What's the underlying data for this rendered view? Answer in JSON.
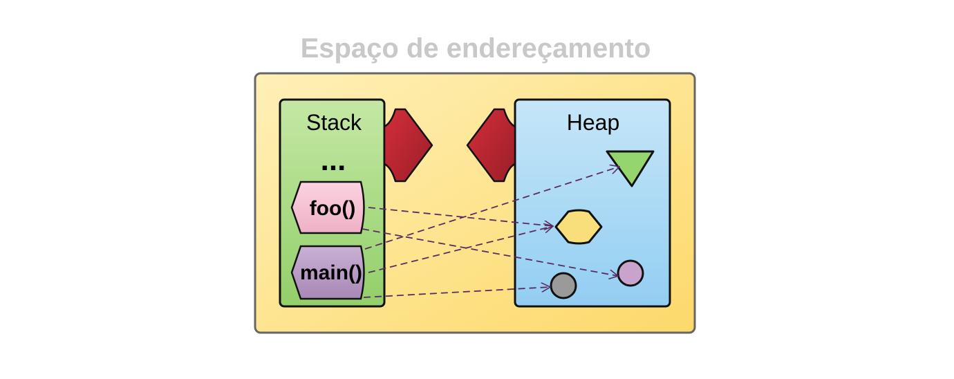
{
  "title": "Espaço de endereçamento",
  "stack": {
    "label": "Stack",
    "ellipsis": "...",
    "frames": [
      {
        "label": "foo()"
      },
      {
        "label": "main()"
      }
    ]
  },
  "heap": {
    "label": "Heap",
    "objects": [
      "triangle",
      "diamond",
      "circle",
      "circle"
    ]
  },
  "colors": {
    "container": "#fde28a",
    "stack_panel": "#a6d982",
    "heap_panel": "#a6d6f4",
    "foo_frame": "#f4bfd0",
    "main_frame": "#b99ac4",
    "growth_arrows": "#b0242e",
    "pointer_arrows": "#5a2a60",
    "heap_triangle": "#95d56d",
    "heap_diamond": "#f8df7c",
    "heap_circle_purple": "#c8a4cc",
    "heap_circle_gray": "#9a9a9a"
  }
}
